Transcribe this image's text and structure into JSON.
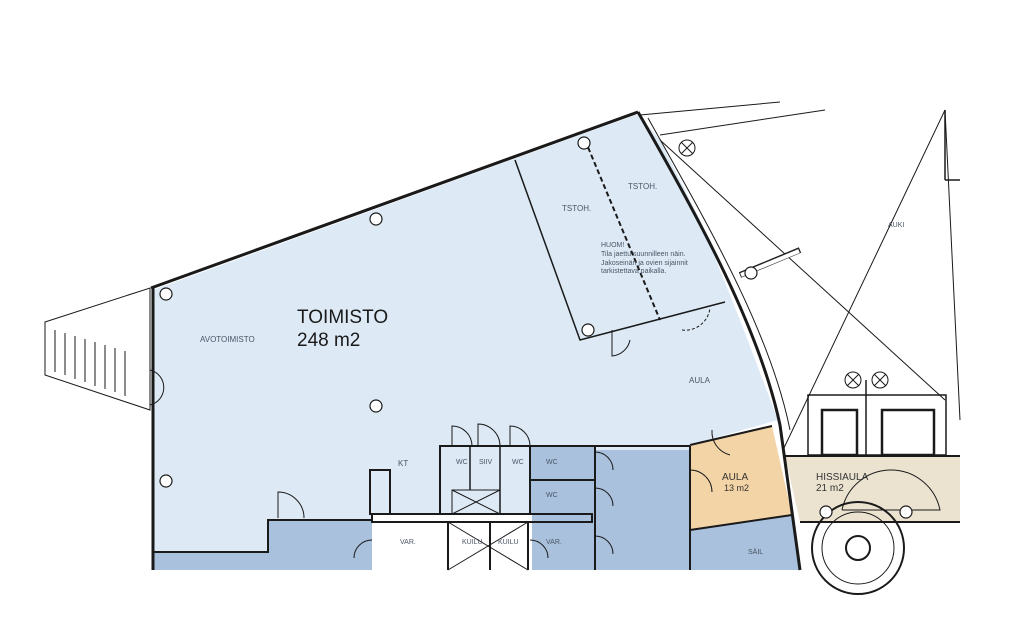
{
  "colors": {
    "office": "#ddeaf6",
    "service": "#a9c1dd",
    "lobby": "#f3d4a6",
    "lift_lobby": "#ebe3d0",
    "wall": "#1a1a1a"
  },
  "rooms": {
    "office": {
      "name": "TOIMISTO",
      "area": "248 m2"
    },
    "open_office": "AVOTOIMISTO",
    "tstoh_1": "TSTOH.",
    "tstoh_2": "TSTOH.",
    "note": {
      "title": "HUOM!",
      "text": "Tila jaettu suunnilleen näin.\nJakoseinän ja ovien sijainnit\ntarkistettava paikalla."
    },
    "aula_label": "AULA",
    "aula_room": {
      "name": "AULA",
      "area": "13 m2"
    },
    "lift_lobby": {
      "name": "HISSIAULA",
      "area": "21 m2"
    },
    "auki": "AUKI",
    "kt": "KT",
    "wc_1": "WC",
    "siiv": "SIIV",
    "wc_2": "WC",
    "wc_3": "WC",
    "wc_4": "WC",
    "var_1": "VAR.",
    "kuilu_1": "KUILU",
    "kuilu_2": "KUILU",
    "var_2": "VAR.",
    "sail": "SÄIL"
  }
}
